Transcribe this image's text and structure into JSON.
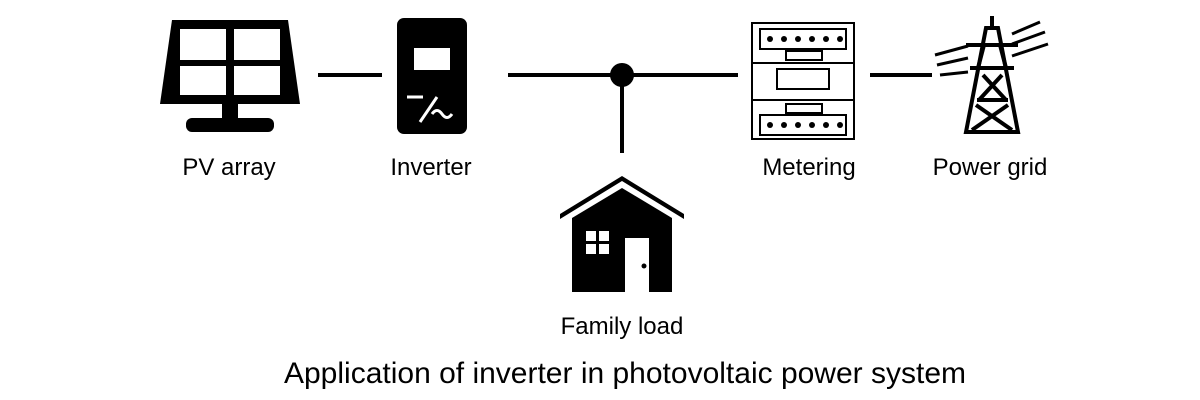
{
  "nodes": {
    "pv_array": {
      "label": "PV array",
      "icon": "solar-panel-icon"
    },
    "inverter": {
      "label": "Inverter",
      "icon": "inverter-icon"
    },
    "family_load": {
      "label": "Family load",
      "icon": "house-icon"
    },
    "metering": {
      "label": "Metering",
      "icon": "electricity-meter-icon"
    },
    "power_grid": {
      "label": "Power grid",
      "icon": "transmission-tower-icon"
    }
  },
  "caption": "Application of inverter in photovoltaic power system",
  "colors": {
    "stroke": "#000000",
    "background": "#ffffff"
  }
}
